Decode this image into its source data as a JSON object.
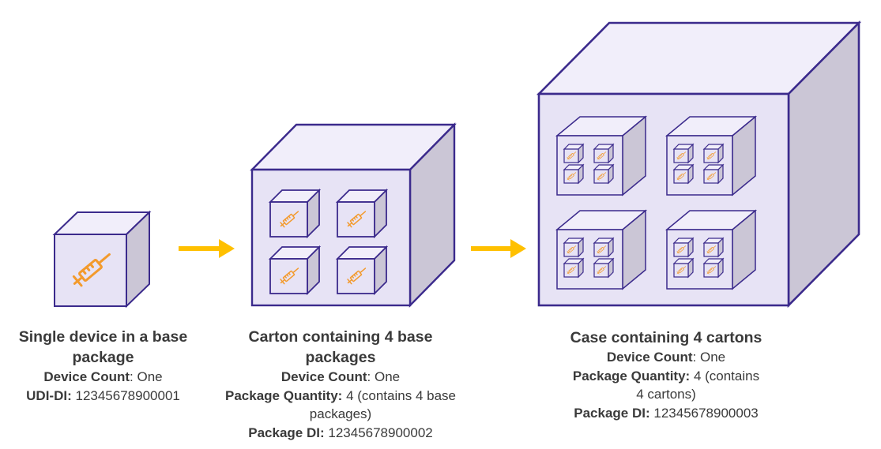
{
  "stages": [
    {
      "title": "Single device in a base package",
      "fields": [
        {
          "label": "Device Count",
          "sep": ": ",
          "value": "One"
        },
        {
          "label": "UDI-DI:",
          "sep": " ",
          "value": "12345678900001"
        }
      ]
    },
    {
      "title": "Carton containing 4 base packages",
      "fields": [
        {
          "label": "Device Count",
          "sep": ": ",
          "value": "One"
        },
        {
          "label": "Package Quantity:",
          "sep": " ",
          "value": "4 (contains 4 base packages)"
        },
        {
          "label": "Package DI:",
          "sep": " ",
          "value": "12345678900002"
        }
      ]
    },
    {
      "title": "Case containing 4 cartons",
      "fields": [
        {
          "label": "Device Count",
          "sep": ": ",
          "value": "One"
        },
        {
          "label": "Package Quantity:",
          "sep": " ",
          "value": "4 (contains 4 cartons)"
        },
        {
          "label": "Package DI:",
          "sep": " ",
          "value": "12345678900003"
        }
      ]
    }
  ],
  "colors": {
    "box_front": "#e7e3f5",
    "box_top": "#f1eefa",
    "box_side": "#cbc6d6",
    "outline": "#3b2a8c",
    "arrow": "#ffc000",
    "syringe": "#f39a2c"
  },
  "icons": [
    "syringe-icon",
    "arrow-right-icon"
  ]
}
